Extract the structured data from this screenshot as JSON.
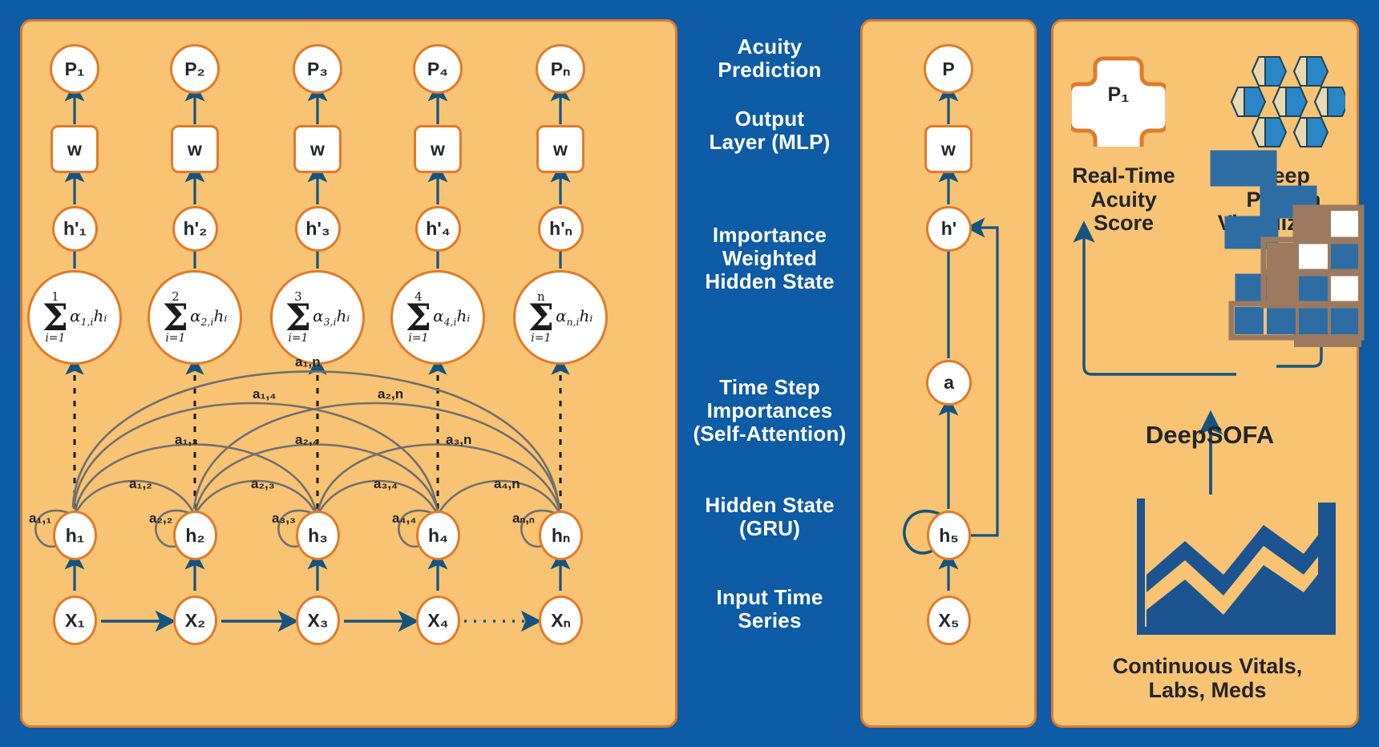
{
  "figure": {
    "title": "DeepSOFA architecture diagram",
    "colors": {
      "background_blue": "#0e5ba6",
      "panel_fill": "#f8c373",
      "panel_border": "#e07b2a",
      "arrow_blue": "#14547f",
      "arc_gray": "#6f6f6f",
      "text_dark": "#23262b",
      "label_white": "#ffffff",
      "icon_blue": "#1f6eb0",
      "heat_blue": "#2e6da4",
      "heat_white": "#ffffff",
      "heat_brown": "#9b7a60"
    }
  },
  "stage_labels": [
    {
      "id": "acuity-prediction",
      "lines": [
        "Acuity",
        "Prediction"
      ]
    },
    {
      "id": "output-layer",
      "lines": [
        "Output",
        "Layer (MLP)"
      ]
    },
    {
      "id": "importance-weighted-hidden-state",
      "lines": [
        "Importance",
        "Weighted",
        "Hidden State"
      ]
    },
    {
      "id": "time-step-importances",
      "lines": [
        "Time Step",
        "Importances",
        "(Self-Attention)"
      ]
    },
    {
      "id": "hidden-state-gru",
      "lines": [
        "Hidden State",
        "(GRU)"
      ]
    },
    {
      "id": "input-time-series",
      "lines": [
        "Input Time",
        "Series"
      ]
    }
  ],
  "unrolled": {
    "predictions": [
      "P₁",
      "P₂",
      "P₃",
      "P₄",
      "Pₙ"
    ],
    "output_weights": [
      "w",
      "w",
      "w",
      "w",
      "w"
    ],
    "weighted_hidden": [
      "h'₁",
      "h'₂",
      "h'₃",
      "h'₄",
      "h'ₙ"
    ],
    "summations": [
      {
        "upper": "1",
        "lower": "i=1",
        "expr": "α",
        "sub": "1,i",
        "term": "hᵢ"
      },
      {
        "upper": "2",
        "lower": "i=1",
        "expr": "α",
        "sub": "2,i",
        "term": "hᵢ"
      },
      {
        "upper": "3",
        "lower": "i=1",
        "expr": "α",
        "sub": "3,i",
        "term": "hᵢ"
      },
      {
        "upper": "4",
        "lower": "i=1",
        "expr": "α",
        "sub": "4,i",
        "term": "hᵢ"
      },
      {
        "upper": "n",
        "lower": "i=1",
        "expr": "α",
        "sub": "n,i",
        "term": "hᵢ"
      }
    ],
    "hidden_states": [
      "h₁",
      "h₂",
      "h₃",
      "h₄",
      "hₙ"
    ],
    "inputs": [
      "X₁",
      "X₂",
      "X₃",
      "X₄",
      "Xₙ"
    ],
    "self_attention_labels": [
      "a₁,₁",
      "a₂,₂",
      "a₃,₃",
      "a₄,₄",
      "aₙ,ₙ"
    ],
    "attention_arc_labels": [
      "a₁,₂",
      "a₁,₃",
      "a₁,₄",
      "a₁,n",
      "a₂,₃",
      "a₂,₄",
      "a₂,n",
      "a₃,₄",
      "a₃,n",
      "a₄,n"
    ]
  },
  "single_step": {
    "prediction": "P",
    "output_weight": "w",
    "weighted_hidden": "h'",
    "attention": "a",
    "hidden_state": "h₅",
    "input": "X₅"
  },
  "outputs": {
    "acuity_score": {
      "badge": "P₁",
      "caption_lines": [
        "Real-Time",
        "Acuity",
        "Score"
      ],
      "icon": "medical-cross-icon"
    },
    "pattern_visualization": {
      "caption_lines": [
        "Deep",
        "Pattern",
        "Visualization"
      ],
      "icon": "honeycomb-icon"
    },
    "model_name": "DeepSOFA",
    "data_source": {
      "caption_lines": [
        "Continuous Vitals,",
        "Labs, Meds"
      ],
      "icon": "vitals-chart-icon"
    }
  }
}
